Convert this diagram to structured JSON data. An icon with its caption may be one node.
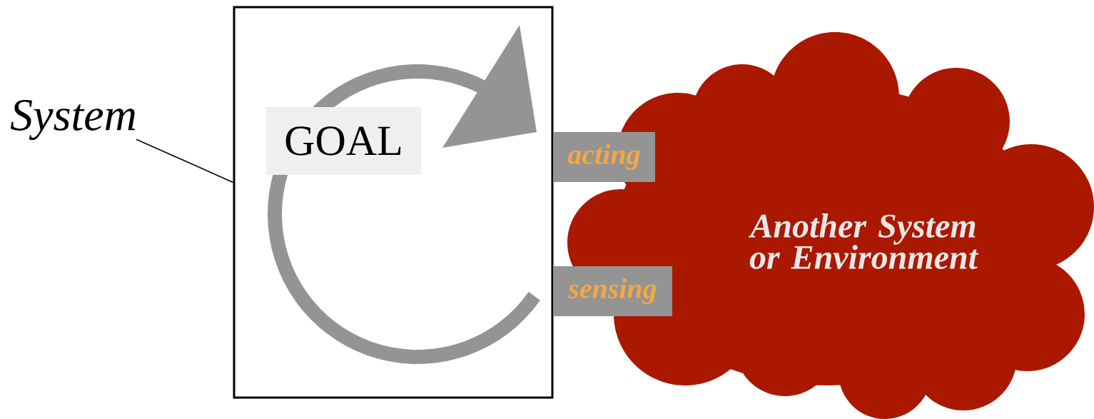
{
  "diagram": {
    "nodes": [
      {
        "text": [
          "System"
        ]
      },
      {
        "text": [],
        "shape": "box"
      },
      {
        "text": [
          "GOAL"
        ],
        "in": 1
      },
      {
        "text": [
          "acting"
        ]
      },
      {
        "text": [
          "sensing"
        ]
      },
      {
        "text": [
          "Another System or Environment"
        ]
      }
    ],
    "edges": [
      {
        "from": 0,
        "to": 1,
        "arrow": "none"
      }
    ]
  }
}
